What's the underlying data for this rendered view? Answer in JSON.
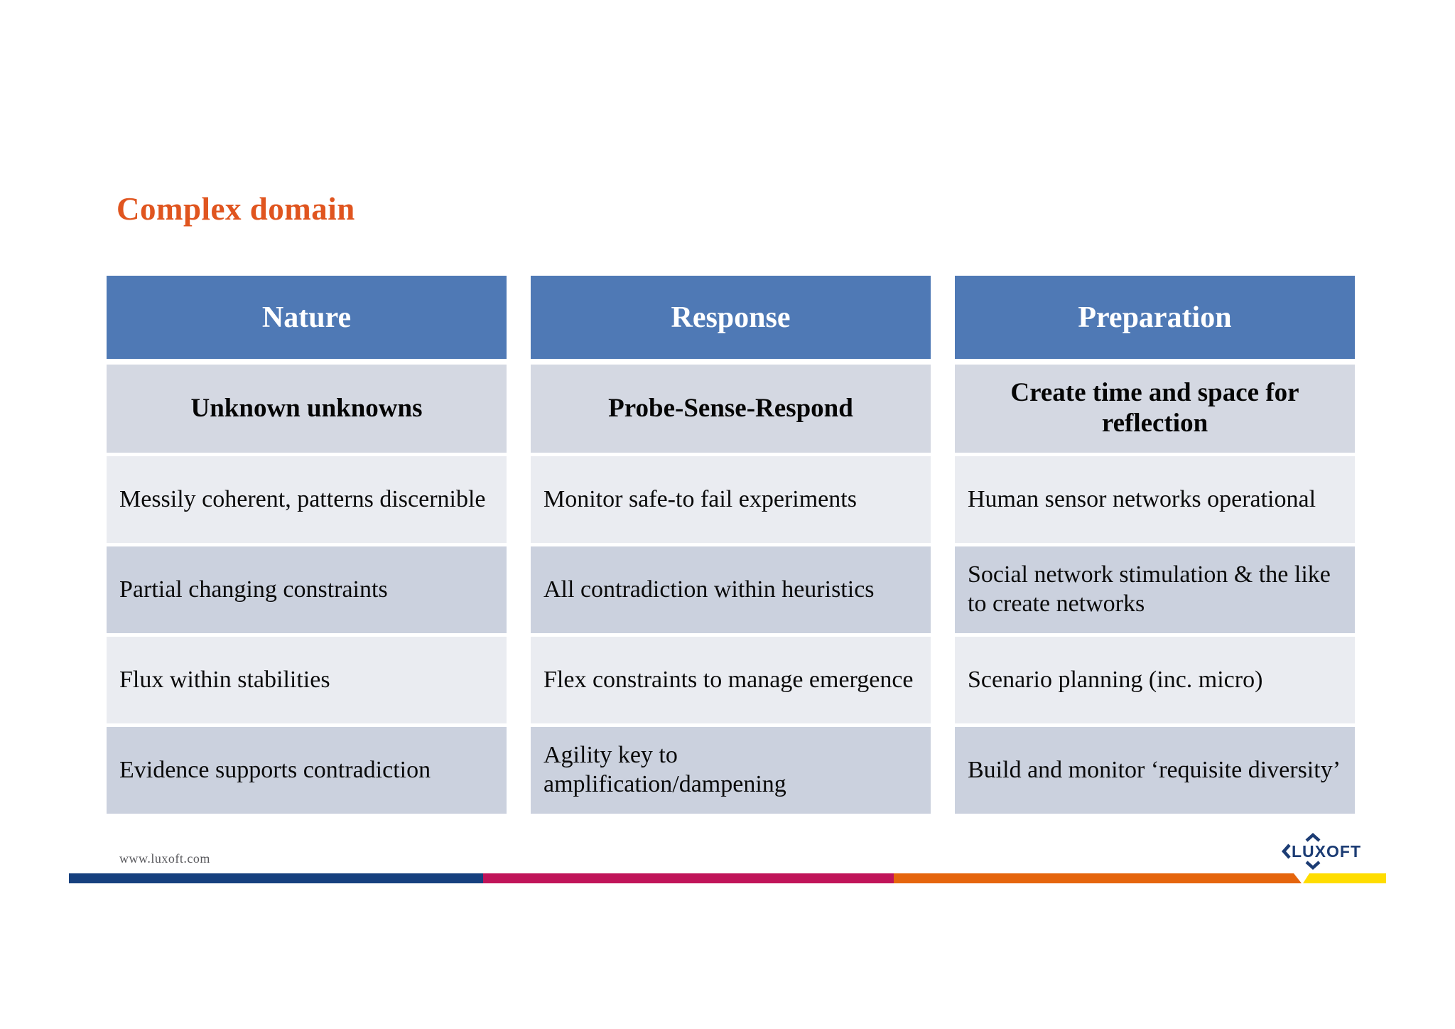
{
  "slide": {
    "title": "Complex domain",
    "columns": [
      {
        "header": "Nature",
        "subheader": "Unknown unknowns",
        "rows": [
          "Messily coherent, patterns discernible",
          "Partial changing constraints",
          "Flux within stabilities",
          "Evidence supports contradiction"
        ]
      },
      {
        "header": "Response",
        "subheader": "Probe-Sense-Respond",
        "rows": [
          "Monitor safe-to fail experiments",
          "All contradiction within heuristics",
          "Flex constraints to manage emergence",
          "Agility key to amplification/dampening"
        ]
      },
      {
        "header": "Preparation",
        "subheader": "Create time and space for reflection",
        "rows": [
          "Human sensor networks operational",
          "Social network stimulation & the like to create networks",
          "Scenario planning (inc. micro)",
          "Build and monitor ‘requisite diversity’"
        ]
      }
    ],
    "footer": {
      "website": "www.luxoft.com",
      "logo_text": "LUXOFT"
    },
    "colors": {
      "title_orange": "#E0551F",
      "header_blue": "#4F79B5",
      "subheader_bg": "#D4D8E2",
      "row_light": "#EAECF1",
      "row_dark": "#CBD1DE",
      "bar_navy": "#16407E",
      "bar_crimson": "#C01459",
      "bar_orange": "#E5650D",
      "bar_yellow": "#FFDD00",
      "logo_navy": "#1C3C74"
    }
  }
}
